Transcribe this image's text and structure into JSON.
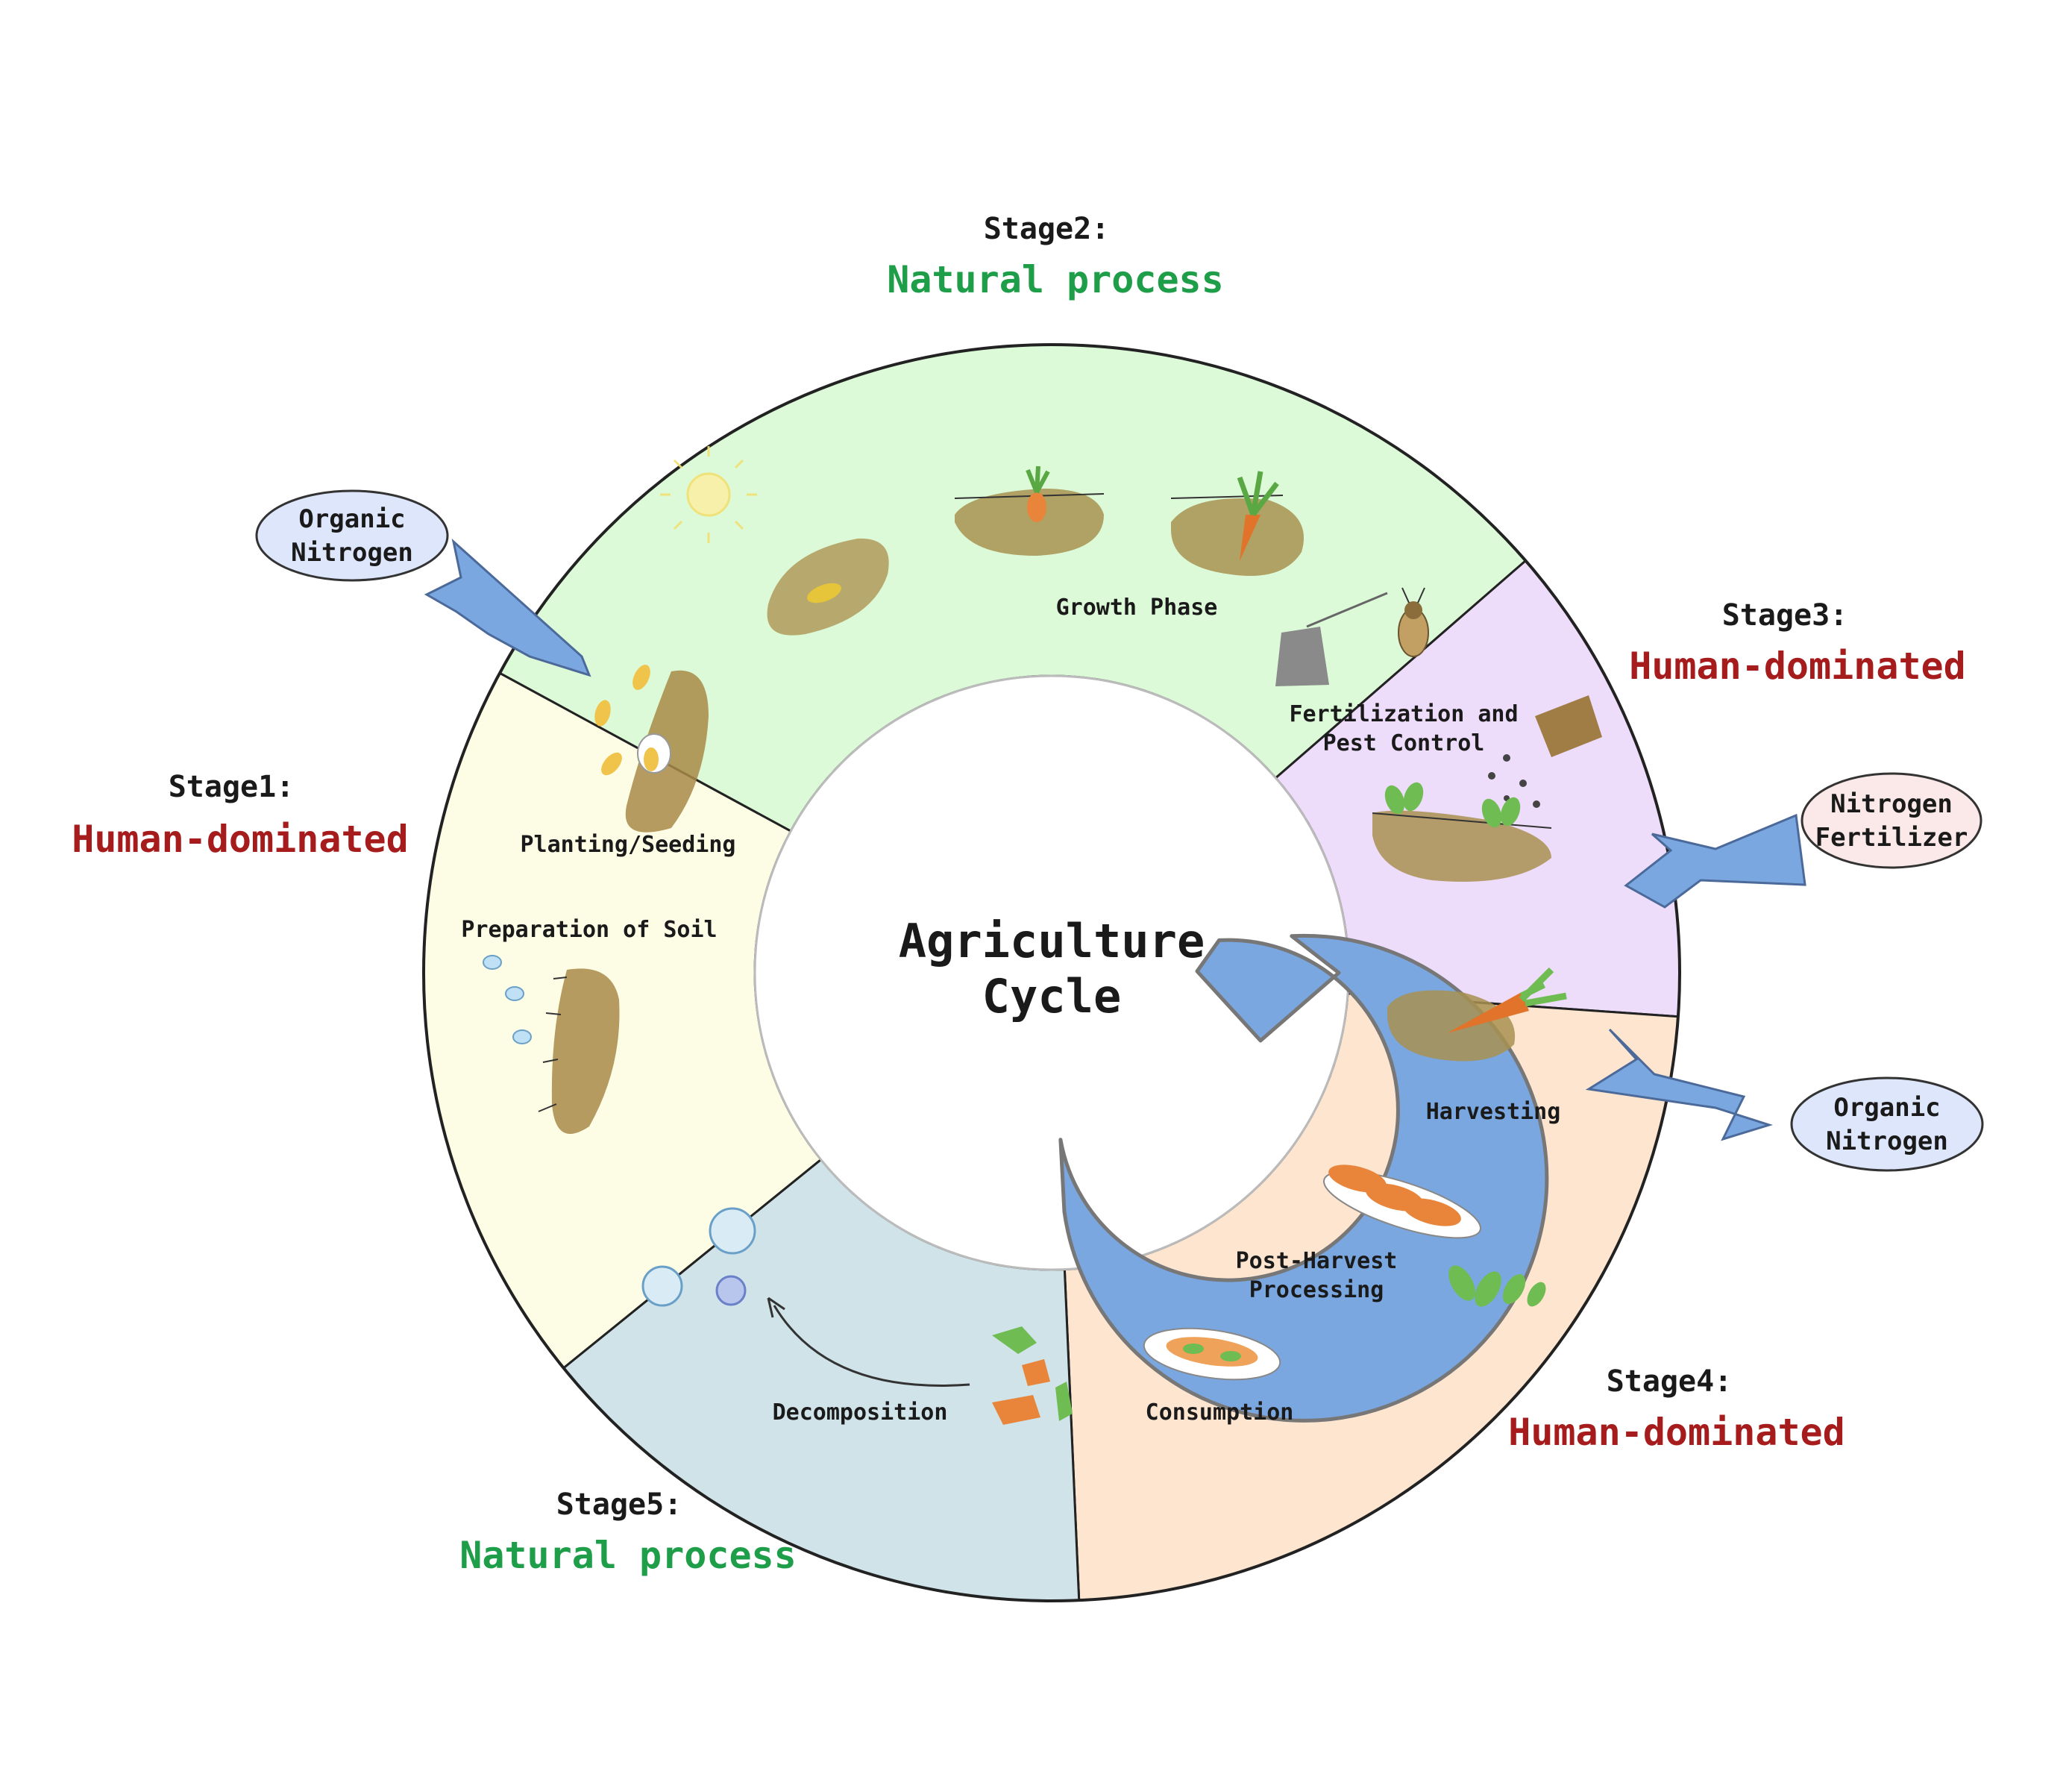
{
  "center": {
    "line1": "Agriculture",
    "line2": "Cycle"
  },
  "stages": [
    {
      "id": "stage1",
      "label": "Stage1:",
      "type": "Human-dominated",
      "fill": "#fdfde6",
      "phases": [
        "Planting/Seeding",
        "Preparation of Soil"
      ]
    },
    {
      "id": "stage2",
      "label": "Stage2:",
      "type": "Natural process",
      "fill": "#dcfad8",
      "phases": [
        "Growth Phase"
      ]
    },
    {
      "id": "stage3",
      "label": "Stage3:",
      "type": "Human-dominated",
      "fill": "#eedcfb",
      "phases": [
        "Fertilization and",
        "Pest Control"
      ]
    },
    {
      "id": "stage4",
      "label": "Stage4:",
      "type": "Human-dominated",
      "fill": "#fde5cf",
      "phases": [
        "Harvesting",
        "Post-Harvest",
        "Processing",
        "Consumption"
      ]
    },
    {
      "id": "stage5",
      "label": "Stage5:",
      "type": "Natural process",
      "fill": "#cfe3e9",
      "phases": [
        "Decomposition"
      ]
    }
  ],
  "bubbles": {
    "organic_in": {
      "line1": "Organic",
      "line2": "Nitrogen",
      "fill": "#dde6fb"
    },
    "fertilizer": {
      "line1": "Nitrogen",
      "line2": "Fertilizer",
      "fill": "#fbe8e8"
    },
    "organic_out": {
      "line1": "Organic",
      "line2": "Nitrogen",
      "fill": "#dde6fb"
    }
  },
  "colors": {
    "arrow": "#7ba7e0",
    "arrow_stroke": "#4b6a9a",
    "human": "#a61c1c",
    "natural": "#1f9e4a"
  }
}
